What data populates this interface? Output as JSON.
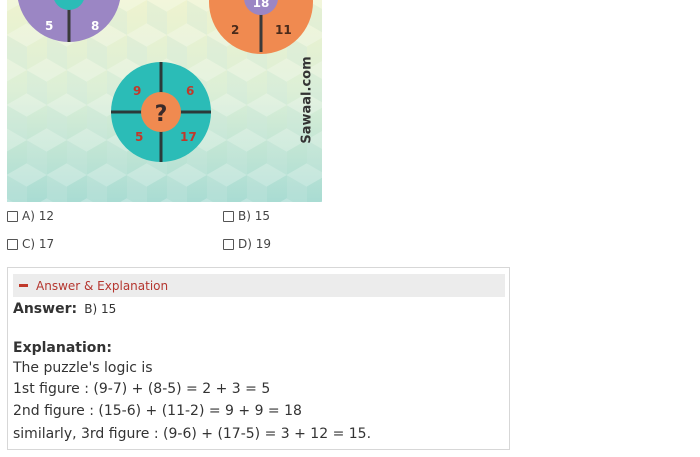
{
  "puzzle": {
    "brand": "Sawaal.com",
    "circle1": {
      "visible_numbers": [
        "5",
        "8"
      ],
      "color": "#9b86c4"
    },
    "circle2": {
      "center": "18",
      "visible_numbers": [
        "2",
        "11"
      ],
      "color": "#f08a50"
    },
    "circle3": {
      "top_left": "9",
      "top_right": "6",
      "bottom_left": "5",
      "bottom_right": "17",
      "center": "?",
      "color": "#2bbcb7",
      "center_color": "#f08a50"
    }
  },
  "options": [
    {
      "label": "A) 12"
    },
    {
      "label": "B) 15"
    },
    {
      "label": "C) 17"
    },
    {
      "label": "D) 19"
    }
  ],
  "answer_panel": {
    "toggle_label": "Answer & Explanation",
    "answer_label": "Answer:",
    "answer_value": "B) 15",
    "explanation_label": "Explanation:",
    "explanation_lines": [
      "The puzzle's logic is",
      "1st figure : (9-7) + (8-5) = 2 + 3 = 5",
      "2nd figure : (15-6) + (11-2) = 9 + 9 = 18",
      "similarly, 3rd figure : (9-6) + (17-5) = 3 + 12 = 15."
    ]
  },
  "colors": {
    "accent_red": "#b5362f",
    "purple": "#9b86c4",
    "orange": "#f08a50",
    "teal": "#2bbcb7"
  }
}
